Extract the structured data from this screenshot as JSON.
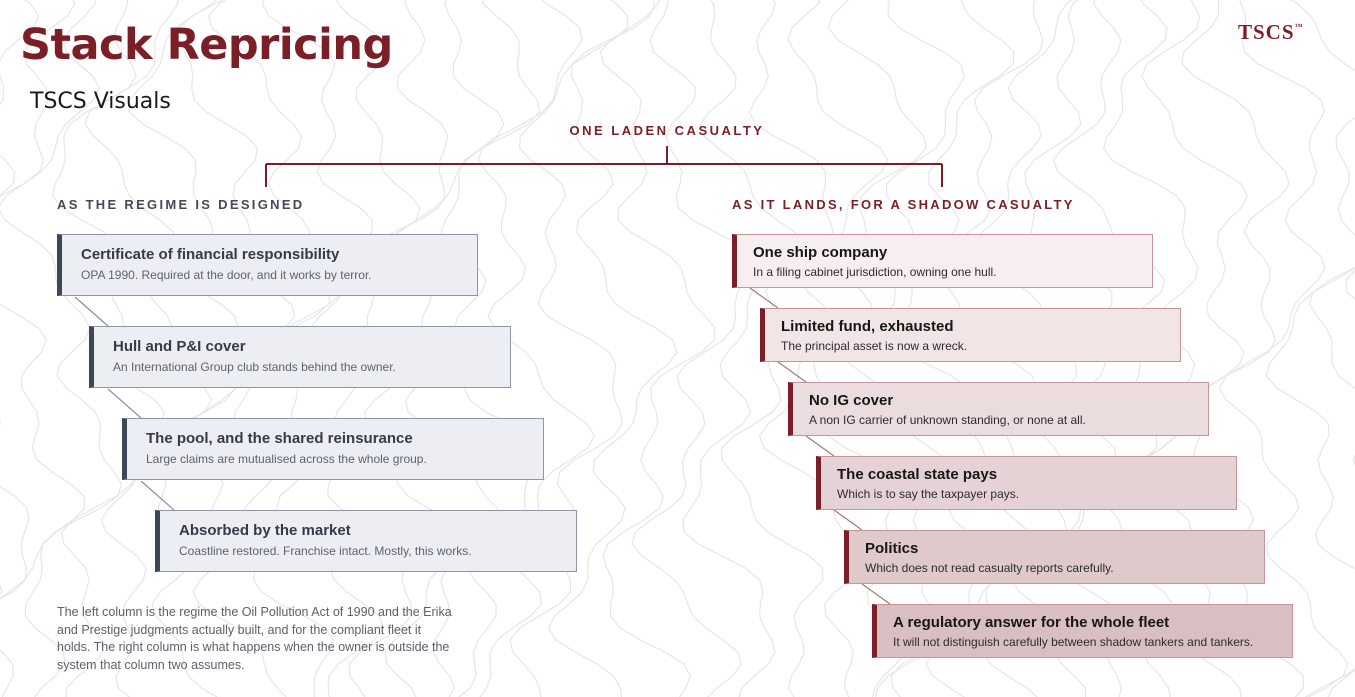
{
  "header": {
    "title": "Stack Repricing",
    "subtitle": "TSCS Visuals",
    "logo_text": "TSCS",
    "logo_mark": "™"
  },
  "tree": {
    "root_label": "ONE LADEN CASUALTY",
    "left_header": "AS THE REGIME IS DESIGNED",
    "right_header": "AS IT LANDS, FOR A SHADOW CASUALTY"
  },
  "left_stack": [
    {
      "title": "Certificate of financial responsibility",
      "text": "OPA 1990. Required at the door, and it works by terror."
    },
    {
      "title": "Hull and P&I cover",
      "text": "An International Group club stands behind the owner."
    },
    {
      "title": "The pool, and the shared reinsurance",
      "text": "Large claims are mutualised across the whole group."
    },
    {
      "title": "Absorbed by the market",
      "text": "Coastline restored. Franchise intact. Mostly, this works."
    }
  ],
  "right_stack": [
    {
      "title": "One ship company",
      "text": "In a filing cabinet jurisdiction, owning one hull."
    },
    {
      "title": "Limited fund, exhausted",
      "text": "The principal asset is now a wreck."
    },
    {
      "title": "No IG cover",
      "text": "A non IG carrier of unknown standing, or none at all."
    },
    {
      "title": "The coastal state pays",
      "text": "Which is to say the taxpayer pays."
    },
    {
      "title": "Politics",
      "text": "Which does not read casualty reports carefully."
    },
    {
      "title": "A regulatory answer for the whole fleet",
      "text": "It will not distinguish carefully between shadow tankers and tankers."
    }
  ],
  "footnote": "The left column is the regime the Oil Pollution Act of 1990 and the Erika and Prestige judgments actually built, and for the compliant fleet it holds. The right column is what happens when the owner is outside the system that column two assumes.",
  "colors": {
    "accent": "#7a1f27",
    "slate": "#3f4757",
    "left_card_fill": "#eceef3",
    "right_card_fills": [
      "#f6eeef",
      "#f1e5e6",
      "#ebdcde",
      "#e5d2d4",
      "#dfc9cb",
      "#d9bfc2"
    ]
  }
}
